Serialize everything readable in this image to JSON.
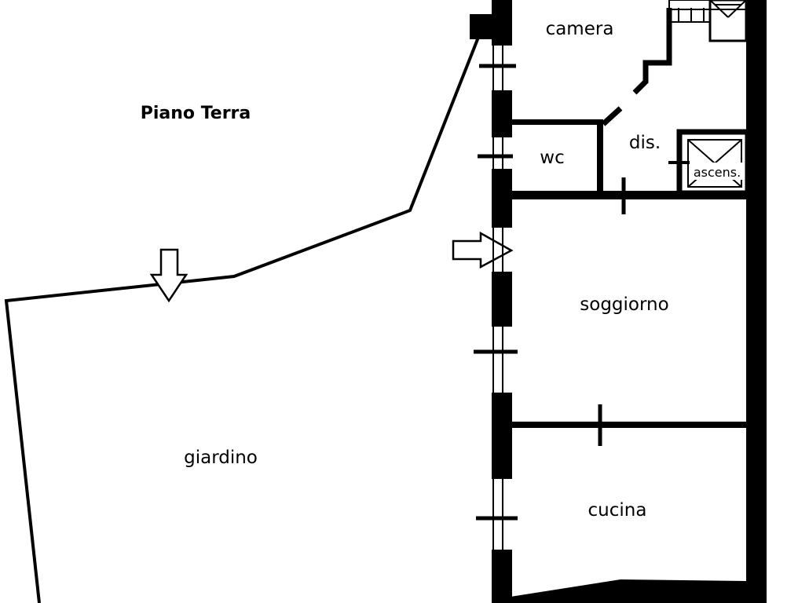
{
  "plan": {
    "title": "Piano Terra",
    "rooms": {
      "camera": "camera",
      "wc": "wc",
      "dis": "dis.",
      "ascens": "ascens.",
      "soggiorno": "soggiorno",
      "giardino": "giardino",
      "cucina": "cucina"
    }
  },
  "colors": {
    "wall": "#000000",
    "background": "#ffffff"
  }
}
